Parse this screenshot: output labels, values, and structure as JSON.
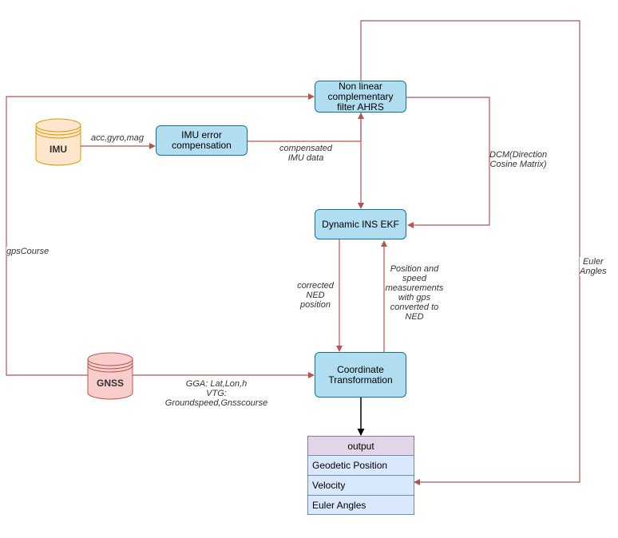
{
  "nodes": {
    "ahrs": "Non linear complementary filter AHRS",
    "imu_error": "IMU error compensation",
    "ekf": "Dynamic INS EKF",
    "coord": "Coordinate Transformation",
    "imu": "IMU",
    "gnss": "GNSS"
  },
  "labels": {
    "acc_gyro_mag": "acc,gyro,mag",
    "compensated_1": "compensated",
    "compensated_2": "IMU data",
    "dcm_1": "DCM(Direction",
    "dcm_2": "Cosine Matrix)",
    "gps_course": "gpsCourse",
    "euler_1": "Euler",
    "euler_2": "Angles",
    "corrected_1": "corrected",
    "corrected_2": "NED",
    "corrected_3": "position",
    "position_1": "Position and",
    "position_2": "speed",
    "position_3": "measurements",
    "position_4": "with gps",
    "position_5": "converted to",
    "position_6": "NED",
    "gga_1": "GGA: Lat,Lon,h",
    "gga_2": "VTG:",
    "gga_3": "Groundspeed,Gnsscourse"
  },
  "output": {
    "title": "output",
    "rows": [
      "Geodetic Position",
      "Velocity",
      "Euler Angles"
    ]
  },
  "colors": {
    "edge": "#b85450",
    "process_fill": "#b1ddf0",
    "process_stroke": "#10739e",
    "imu_fill": "#ffe6cc",
    "imu_stroke": "#d79b00",
    "gnss_fill": "#f8cecc",
    "gnss_stroke": "#b85450",
    "output_head": "#e1d5e7",
    "output_row": "#dae8fc"
  }
}
